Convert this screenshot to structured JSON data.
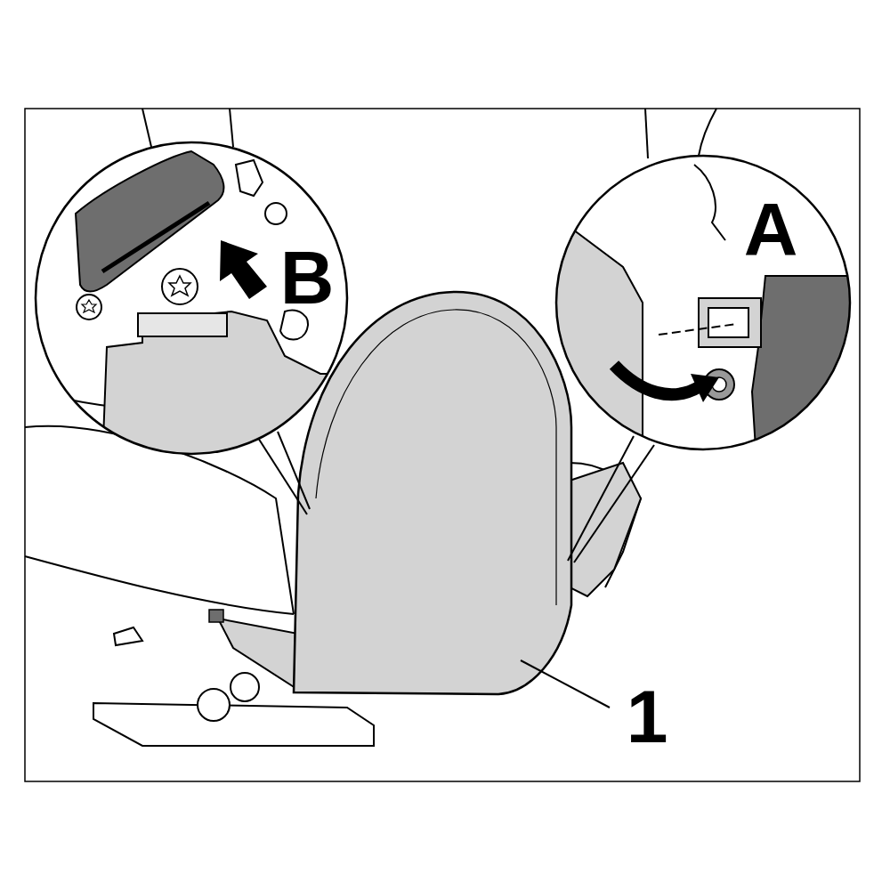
{
  "diagram": {
    "labels": [
      "A",
      "B",
      "1"
    ]
  }
}
